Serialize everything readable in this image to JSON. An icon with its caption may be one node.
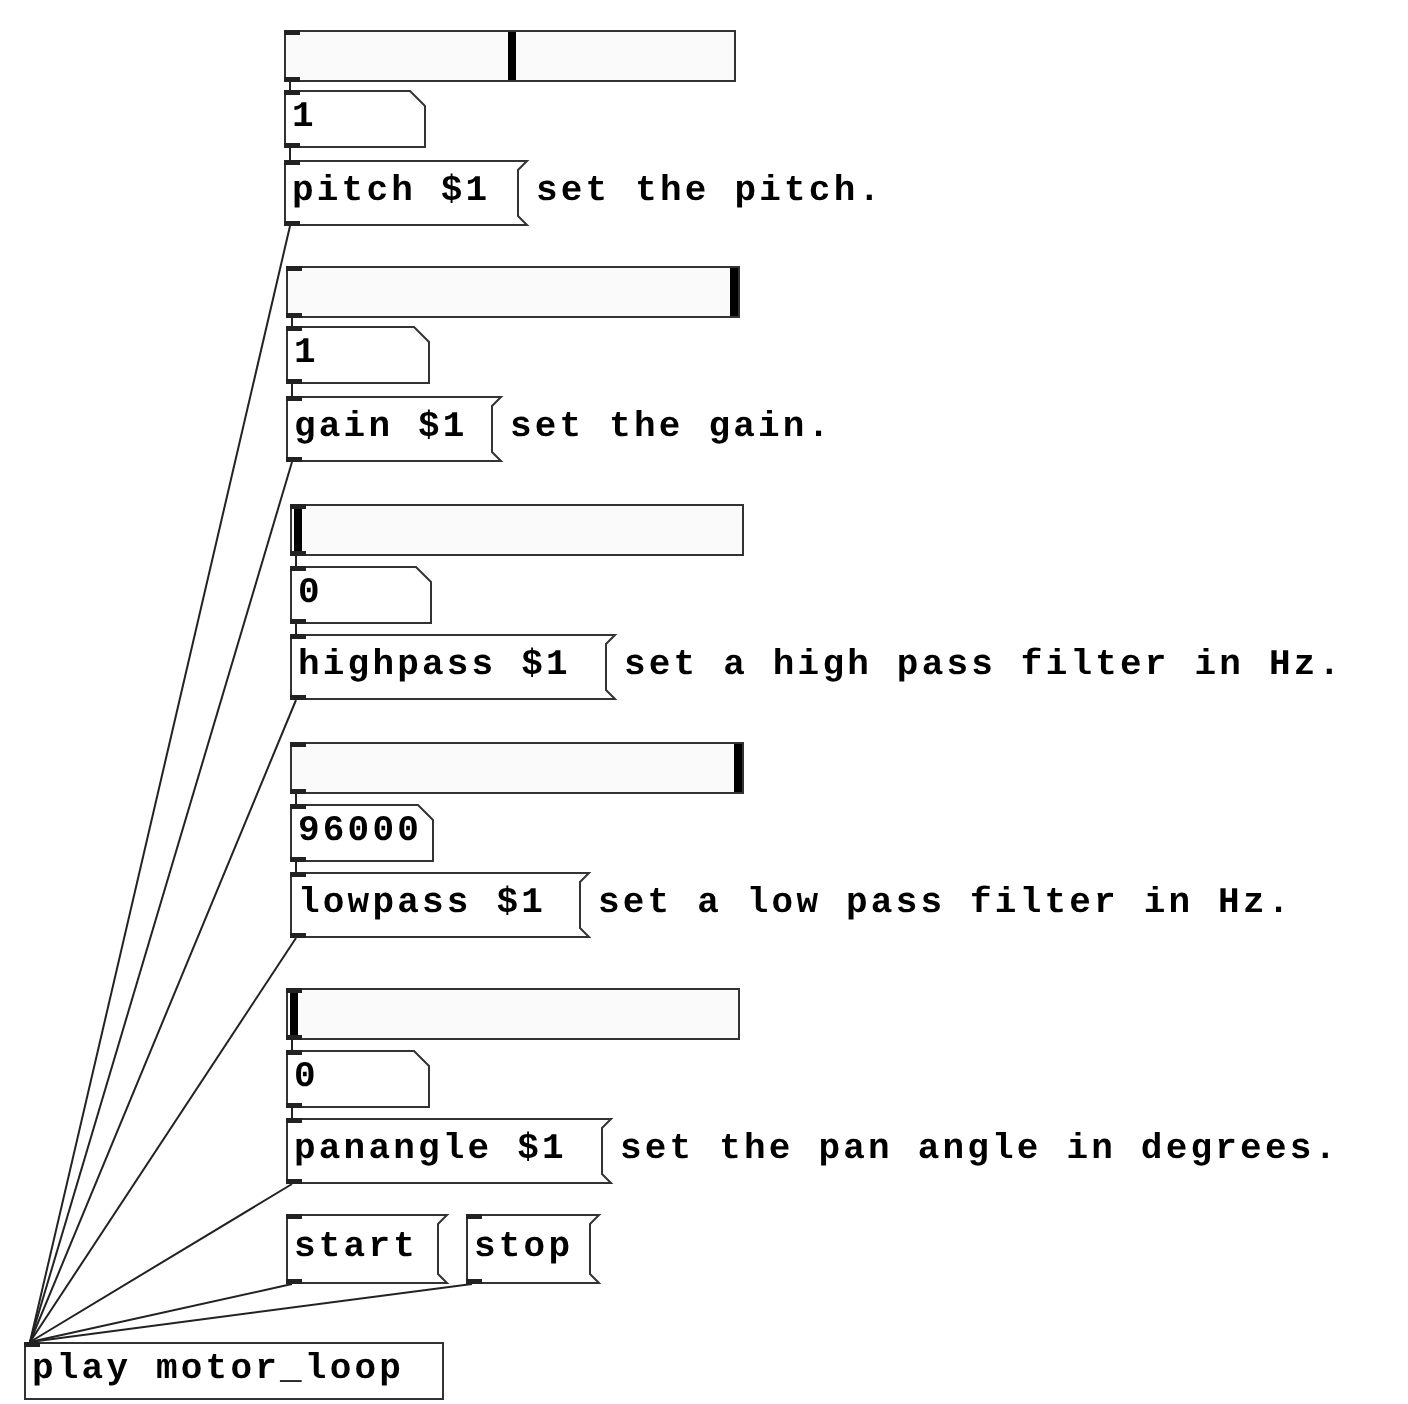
{
  "diagram": {
    "nodes": [
      {
        "text": [],
        "shape": "bar"
      },
      {
        "text": [
          "1"
        ]
      },
      {
        "text": [
          "pitch $1"
        ],
        "beside": [
          "set the pitch."
        ]
      },
      {
        "text": [],
        "shape": "bar"
      },
      {
        "text": [
          "1"
        ]
      },
      {
        "text": [
          "gain $1"
        ],
        "beside": [
          "set the gain."
        ]
      },
      {
        "text": [],
        "shape": "bar"
      },
      {
        "text": [
          "0"
        ]
      },
      {
        "text": [
          "highpass $1"
        ],
        "beside": [
          "set a high pass filter in Hz."
        ]
      },
      {
        "text": [],
        "shape": "bar"
      },
      {
        "text": [
          "96000"
        ]
      },
      {
        "text": [
          "lowpass $1"
        ],
        "beside": [
          "set a low pass filter in Hz."
        ]
      },
      {
        "text": [],
        "shape": "bar"
      },
      {
        "text": [
          "0"
        ]
      },
      {
        "text": [
          "panangle $1"
        ],
        "beside": [
          "set the pan angle in degrees."
        ]
      },
      {
        "text": [
          "start"
        ]
      },
      {
        "text": [
          "stop"
        ]
      },
      {
        "text": [
          "play motor_loop"
        ]
      }
    ],
    "edges": [
      {
        "from": 0,
        "to": 1,
        "arrow": "none"
      },
      {
        "from": 1,
        "to": 2,
        "arrow": "none"
      },
      {
        "from": 3,
        "to": 4,
        "arrow": "none"
      },
      {
        "from": 4,
        "to": 5,
        "arrow": "none"
      },
      {
        "from": 6,
        "to": 7,
        "arrow": "none"
      },
      {
        "from": 7,
        "to": 8,
        "arrow": "none"
      },
      {
        "from": 9,
        "to": 10,
        "arrow": "none"
      },
      {
        "from": 10,
        "to": 11,
        "arrow": "none"
      },
      {
        "from": 12,
        "to": 13,
        "arrow": "none"
      },
      {
        "from": 13,
        "to": 14,
        "arrow": "none"
      },
      {
        "from": 2,
        "to": 17,
        "arrow": "none"
      },
      {
        "from": 5,
        "to": 17,
        "arrow": "none"
      },
      {
        "from": 8,
        "to": 17,
        "arrow": "none"
      },
      {
        "from": 11,
        "to": 17,
        "arrow": "none"
      },
      {
        "from": 14,
        "to": 17,
        "arrow": "none"
      },
      {
        "from": 15,
        "to": 17,
        "arrow": "none"
      },
      {
        "from": 16,
        "to": 17,
        "arrow": "none"
      }
    ]
  }
}
